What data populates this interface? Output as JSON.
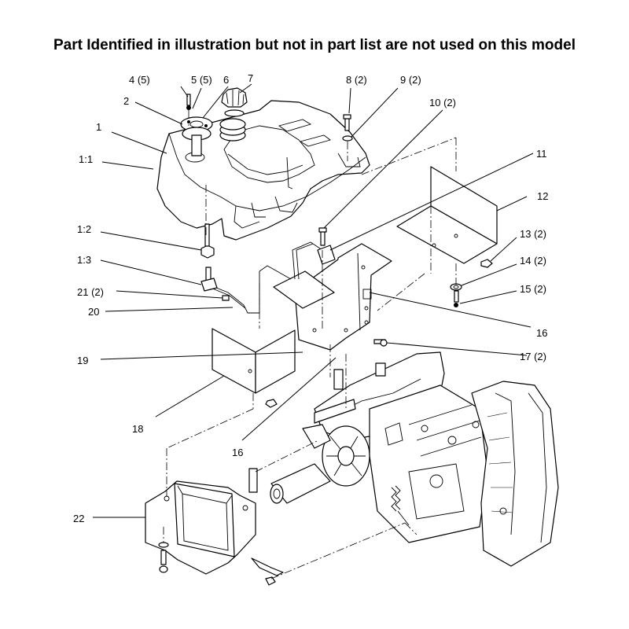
{
  "title": "Part Identified in illustration but not in part list are not used on this model",
  "callouts": [
    {
      "label": "4 (5)"
    },
    {
      "label": "5 (5)"
    },
    {
      "label": "6"
    },
    {
      "label": "7"
    },
    {
      "label": "2"
    },
    {
      "label": "1"
    },
    {
      "label": "1:1"
    },
    {
      "label": "8 (2)"
    },
    {
      "label": "9 (2)"
    },
    {
      "label": "10 (2)"
    },
    {
      "label": "11"
    },
    {
      "label": "12"
    },
    {
      "label": "13 (2)"
    },
    {
      "label": "14 (2)"
    },
    {
      "label": "15 (2)"
    },
    {
      "label": "16"
    },
    {
      "label": "17 (2)"
    },
    {
      "label": "1:2"
    },
    {
      "label": "1:3"
    },
    {
      "label": "21 (2)"
    },
    {
      "label": "20"
    },
    {
      "label": "19"
    },
    {
      "label": "18"
    },
    {
      "label": "16"
    },
    {
      "label": "22"
    }
  ]
}
